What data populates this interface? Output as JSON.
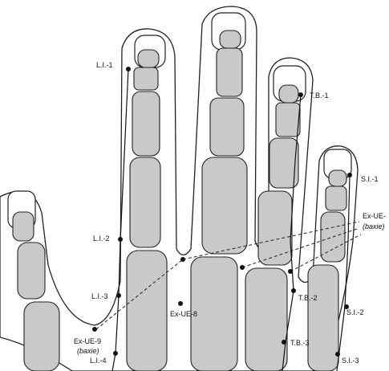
{
  "points": {
    "li1": "L.I.-1",
    "li2": "L.I.-2",
    "li3": "L.I.-3",
    "li4": "L.I.-4",
    "tb1": "T.B.-1",
    "tb2": "T.B.-2",
    "tb3": "T.B.-3",
    "si1": "S.I.-1",
    "si2": "S.I.-2",
    "si3": "S.I.-3",
    "exue8": "Ex-UE-8",
    "exue9": "Ex-UE-9",
    "exue9_sub": "(baxie)",
    "exue_right": "Ex-UE-",
    "exue_right_sub": "(baxie)"
  }
}
